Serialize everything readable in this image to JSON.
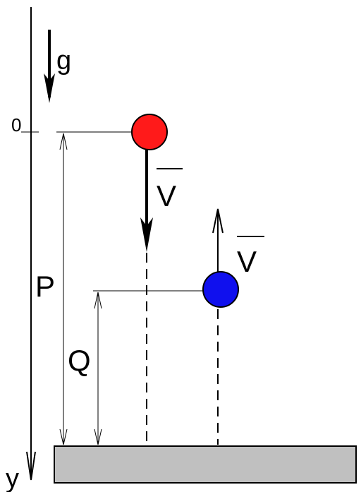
{
  "labels": {
    "gravity": "g",
    "origin": "0",
    "axis": "y",
    "height_p": "P",
    "height_q": "Q",
    "velocity_red": "V",
    "velocity_blue": "V"
  },
  "colors": {
    "red_ball": "#ff1a1a",
    "blue_ball": "#1010ee",
    "ground": "#c0c0c0",
    "line": "#000000"
  }
}
